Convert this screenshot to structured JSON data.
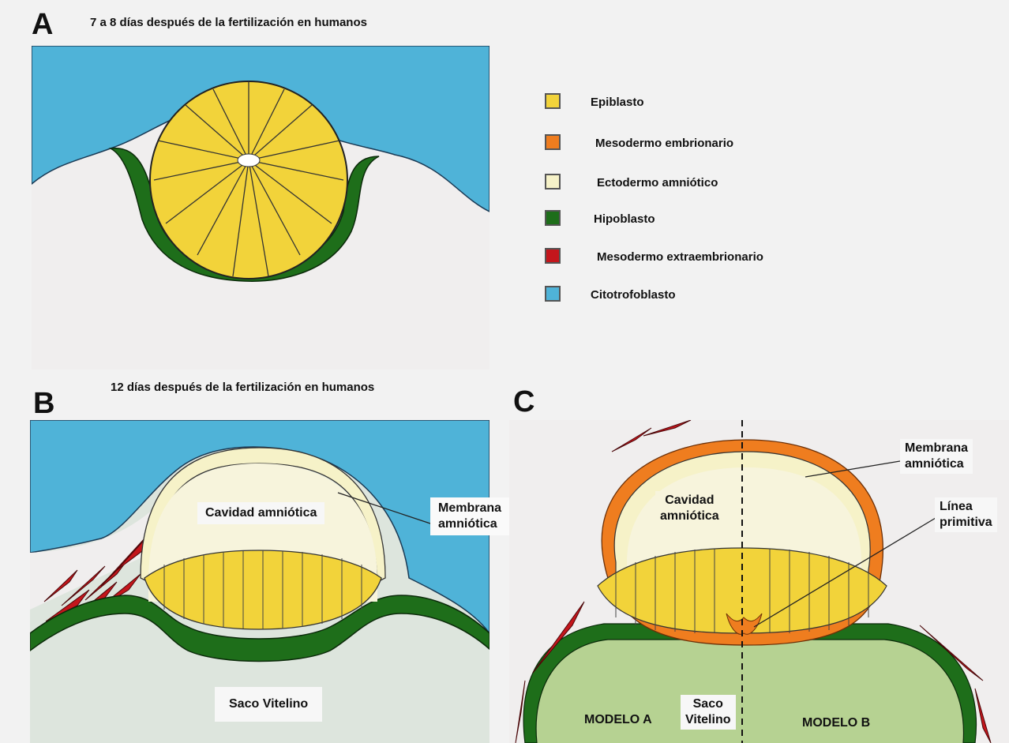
{
  "panels": {
    "a": {
      "letter": "A",
      "title": "7 a 8 días después de la fertilización en humanos"
    },
    "b": {
      "letter": "B",
      "title": "12 días después de la fertilización en humanos",
      "labels": {
        "amniotic_cavity": "Cavidad amniótica",
        "membrane_1": "Membrana",
        "membrane_2": "amniótica",
        "yolk_sac": "Saco Vitelino"
      }
    },
    "c": {
      "letter": "C",
      "labels": {
        "membrane_1": "Membrana",
        "membrane_2": "amniótica",
        "cavity_1": "Cavidad",
        "cavity_2": "amniótica",
        "primitive_1": "Línea",
        "primitive_2": "primitiva",
        "model_a": "MODELO A",
        "model_b": "MODELO B",
        "yolk_1": "Saco",
        "yolk_2": "Vitelino"
      }
    }
  },
  "legend": [
    {
      "label": "Epiblasto",
      "color": "#f2d33a"
    },
    {
      "label": "Mesodermo embrionario",
      "color": "#ef7d1f"
    },
    {
      "label": "Ectodermo amniótico",
      "color": "#f6f2c8"
    },
    {
      "label": "Hipoblasto",
      "color": "#1e6e1a"
    },
    {
      "label": "Mesodermo extraembrionario",
      "color": "#c4161c"
    },
    {
      "label": "Citotrofoblasto",
      "color": "#4fb3d8"
    }
  ]
}
